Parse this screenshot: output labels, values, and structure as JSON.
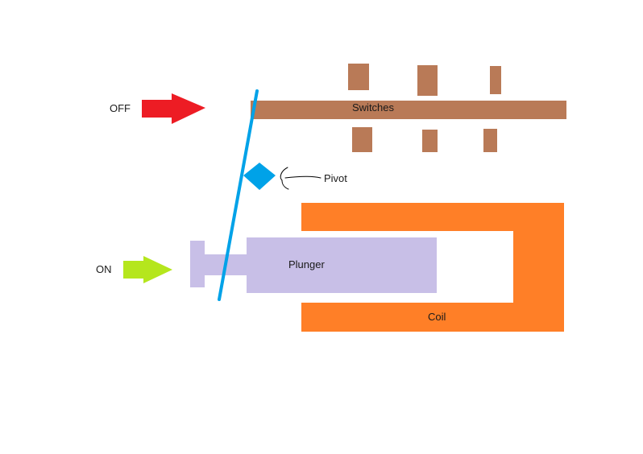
{
  "labels": {
    "off": "OFF",
    "on": "ON",
    "switches": "Switches",
    "pivot": "Pivot",
    "plunger": "Plunger",
    "coil": "Coil"
  },
  "colors": {
    "off_arrow": "#ed1c24",
    "on_arrow": "#b5e61d",
    "switch_bar": "#b97a57",
    "switch_contact": "#b97a57",
    "pivot": "#00a2e8",
    "lever": "#00a2e8",
    "plunger": "#c8bfe7",
    "coil": "#ff7f27",
    "pivot_pointer": "#000000"
  },
  "icons": {
    "off_arrow": "right-arrow-icon",
    "on_arrow": "right-arrow-icon",
    "pivot": "diamond-icon"
  }
}
